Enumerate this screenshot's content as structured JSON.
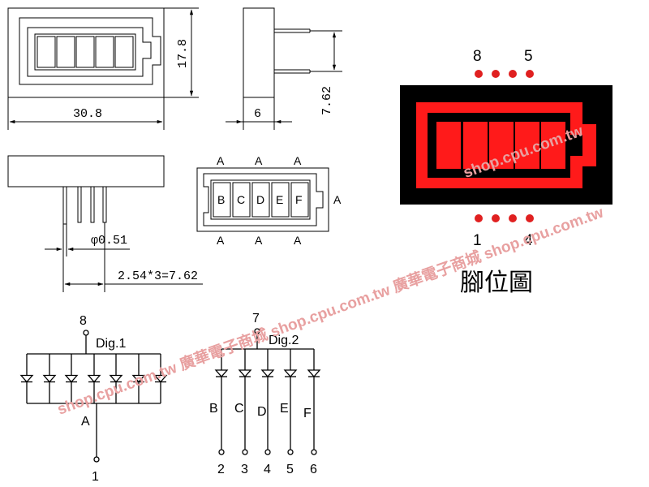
{
  "dimensions": {
    "width": "30.8",
    "height": "17.8",
    "depth": "6",
    "pin_row_spacing": "7.62",
    "pin_diameter": "φ0.51",
    "pin_pitch": "2.54*3=7.62"
  },
  "segment_view": {
    "segments": [
      "B",
      "C",
      "D",
      "E",
      "F"
    ],
    "outer_labels_top": [
      "A",
      "A",
      "A"
    ],
    "outer_labels_bottom": [
      "A",
      "A",
      "A"
    ],
    "outer_label_right": "A"
  },
  "pinout": {
    "title": "腳位圖",
    "top_left_pin": "8",
    "top_right_pin": "5",
    "bottom_left_pin": "1",
    "bottom_right_pin": "4",
    "watermark": "shop.cpu.com.tw"
  },
  "schematic_dig1": {
    "label": "Dig.1",
    "top_pin": "8",
    "segment": "A",
    "bottom_pin": "1",
    "diode_count": 7
  },
  "schematic_dig2": {
    "label": "Dig.2",
    "top_pin": "7",
    "segments": [
      "B",
      "C",
      "D",
      "E",
      "F"
    ],
    "pins": [
      "2",
      "3",
      "4",
      "5",
      "6"
    ]
  },
  "watermark": {
    "text": "shop.cpu.com.tw 廣華電子商城 shop.cpu.com.tw 廣華電子商城 shop.cpu.com.tw"
  },
  "colors": {
    "line": "#000000",
    "led_red": "#ff1a1a",
    "pin_dot": "#e02020",
    "panel_black": "#000000",
    "watermark": "#e8a0a0"
  }
}
